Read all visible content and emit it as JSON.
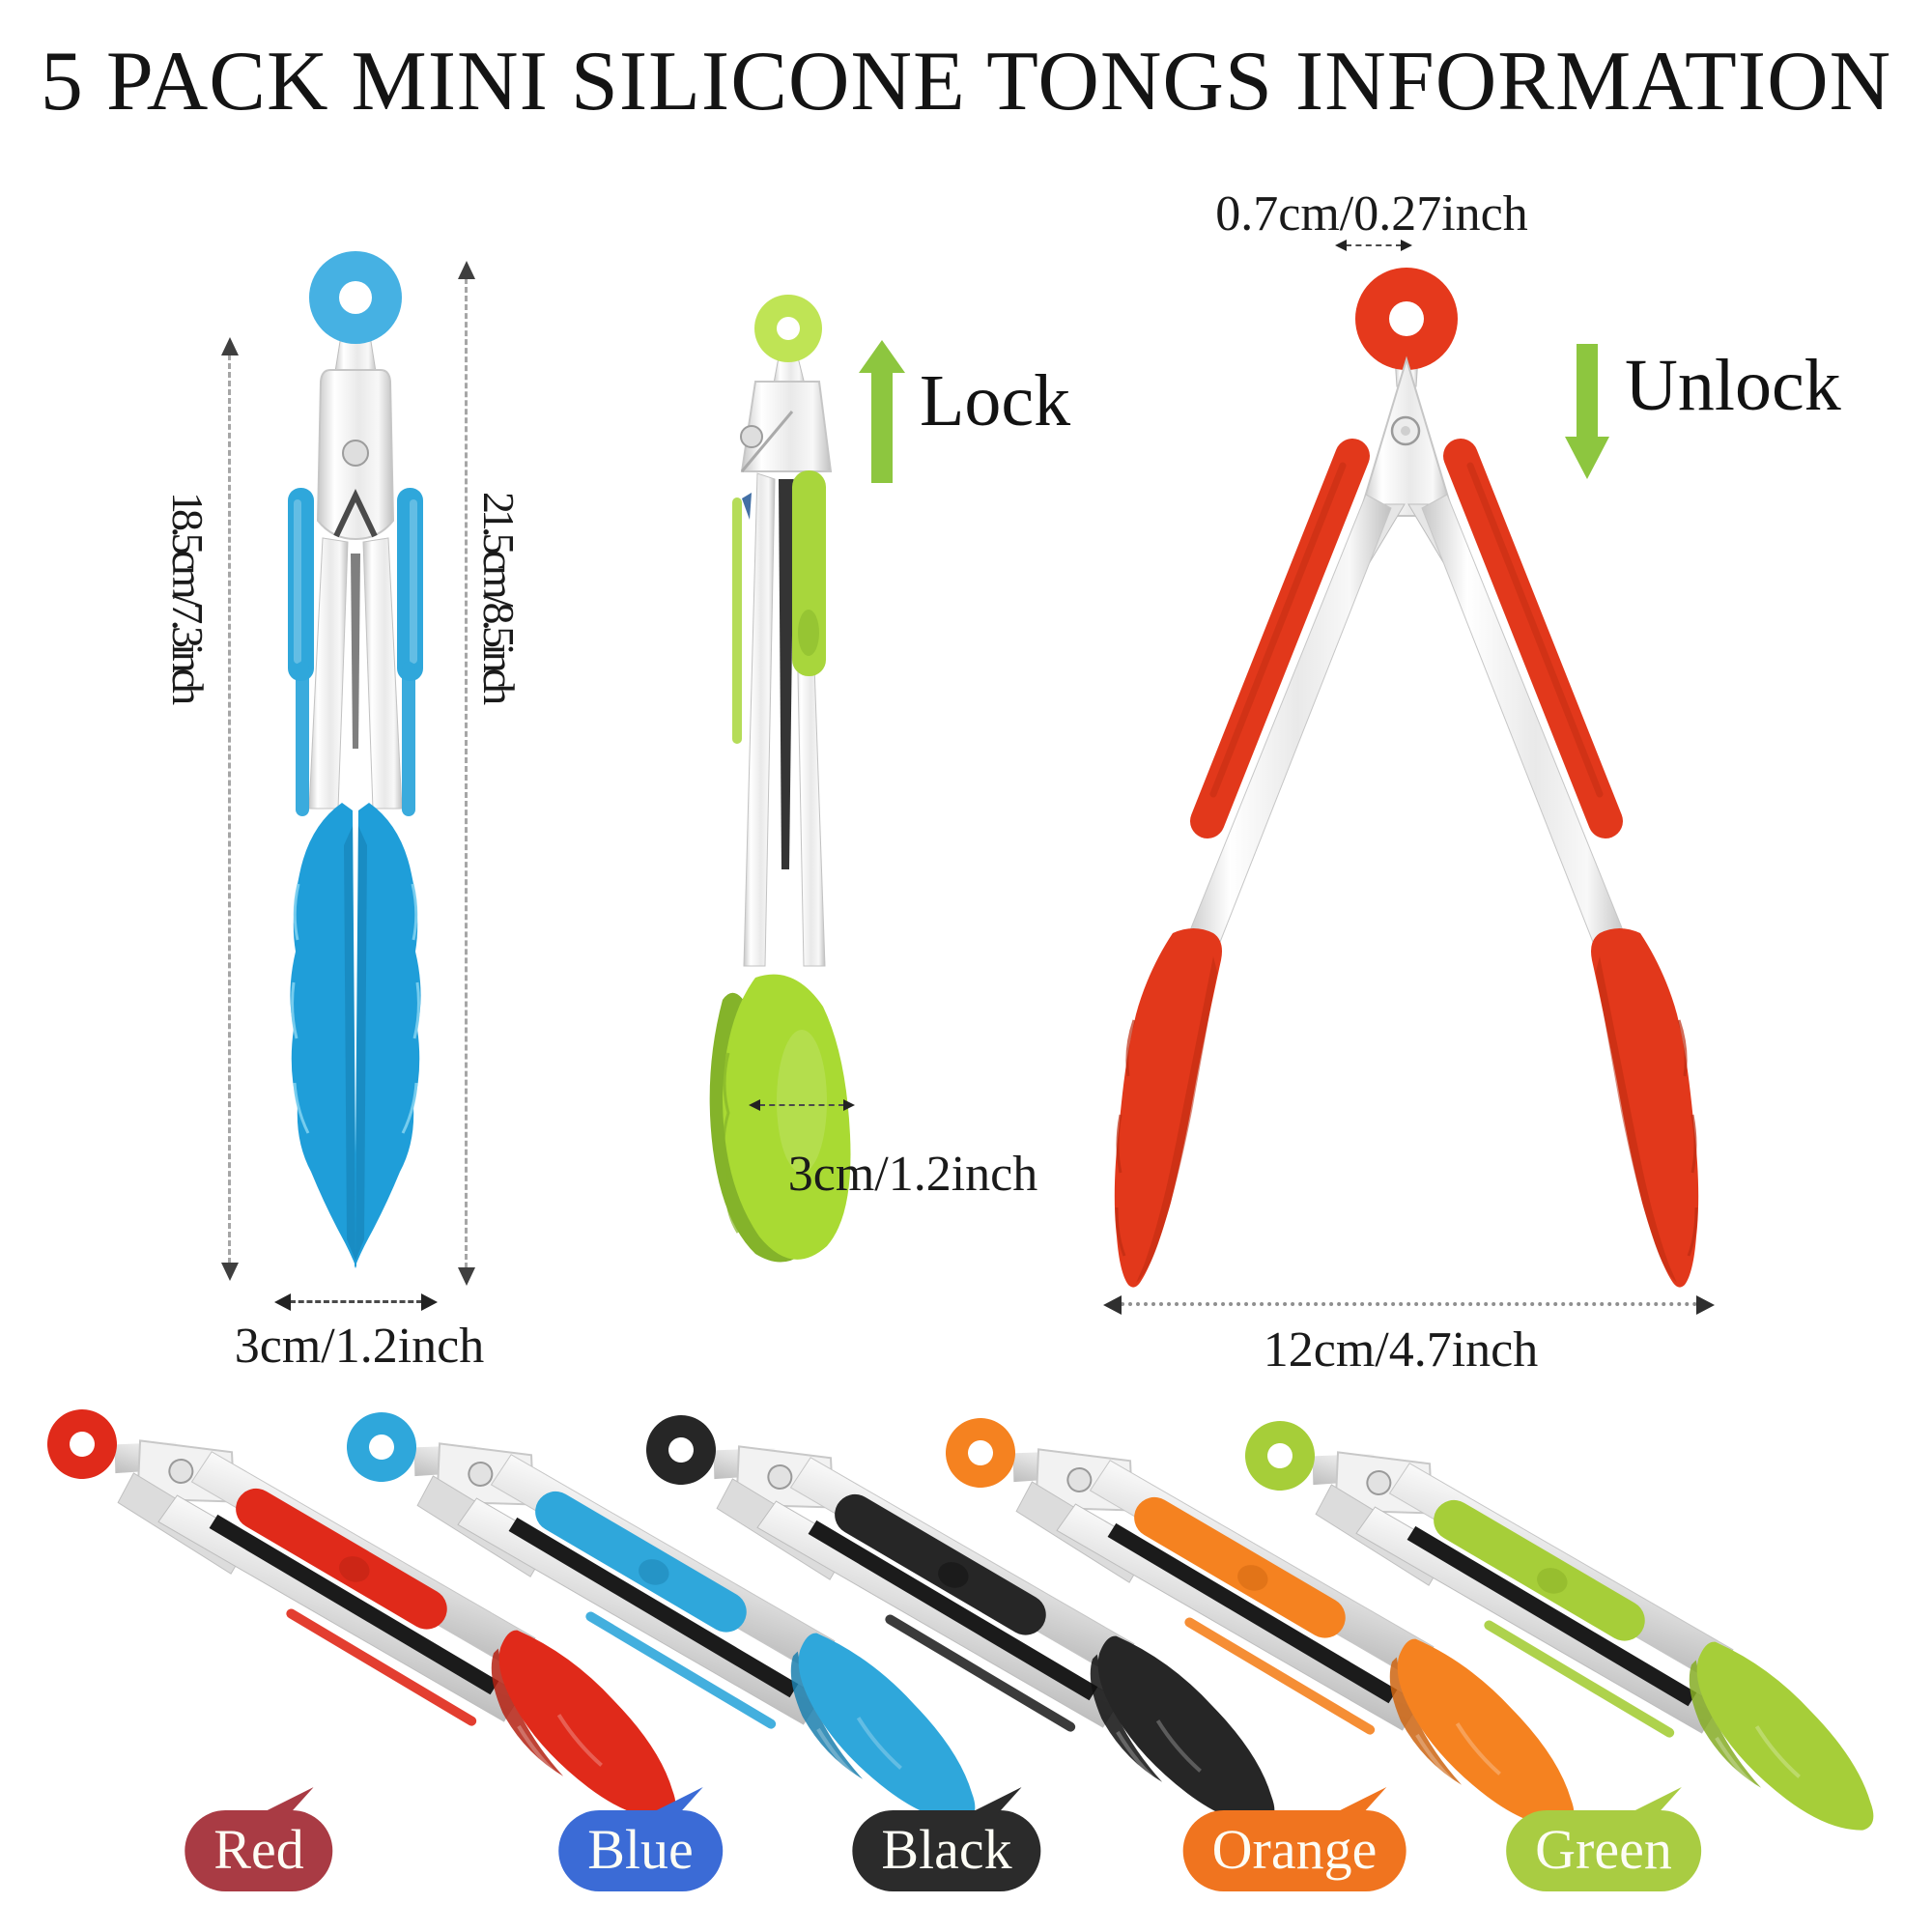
{
  "title": "5 PACK MINI SILICONE TONGS INFORMATION",
  "diagrams": {
    "closed_tong": {
      "name": "blue mini tong closed",
      "height_left": "18.5cm/7.3inch",
      "height_right": "21.5cm/8.5inch",
      "tip_width": "3cm/1.2inch"
    },
    "lock_tong": {
      "name": "green mini tong locked",
      "action_label": "Lock",
      "tip_width": "3cm/1.2inch"
    },
    "open_tong": {
      "name": "red mini tong unlocked",
      "action_label": "Unlock",
      "ring_width": "0.7cm/0.27inch",
      "open_width": "12cm/4.7inch"
    }
  },
  "palette": {
    "blue": "#2fa7db",
    "blue_ring": "#46b1e3",
    "blue_tip": "#1f9ed9",
    "blue_dark": "#1580b4",
    "green": "#a8d63c",
    "green_ring": "#bfe455",
    "green_tip": "#a9da33",
    "green_dark": "#84b32a",
    "red": "#e2381b",
    "red_ring": "#e5391c",
    "red_dark": "#bd2c11",
    "arrow_green": "#8dc63f",
    "dim_line": "#a6a6a6",
    "dim_arrow": "#3f3f3f",
    "text": "#1a1a1a"
  },
  "variants": [
    {
      "label": "Red",
      "tong_color": "#e02a1a",
      "tong_dark": "#b42112",
      "bubble_color": "#a93b44"
    },
    {
      "label": "Blue",
      "tong_color": "#2fa7db",
      "tong_dark": "#1b7fae",
      "bubble_color": "#3b6bd6"
    },
    {
      "label": "Black",
      "tong_color": "#262626",
      "tong_dark": "#0f0f0f",
      "bubble_color": "#2b2b2b"
    },
    {
      "label": "Orange",
      "tong_color": "#f58220",
      "tong_dark": "#cc6410",
      "bubble_color": "#f0741f"
    },
    {
      "label": "Green",
      "tong_color": "#a6ce39",
      "tong_dark": "#85ab24",
      "bubble_color": "#a9cc42"
    }
  ]
}
